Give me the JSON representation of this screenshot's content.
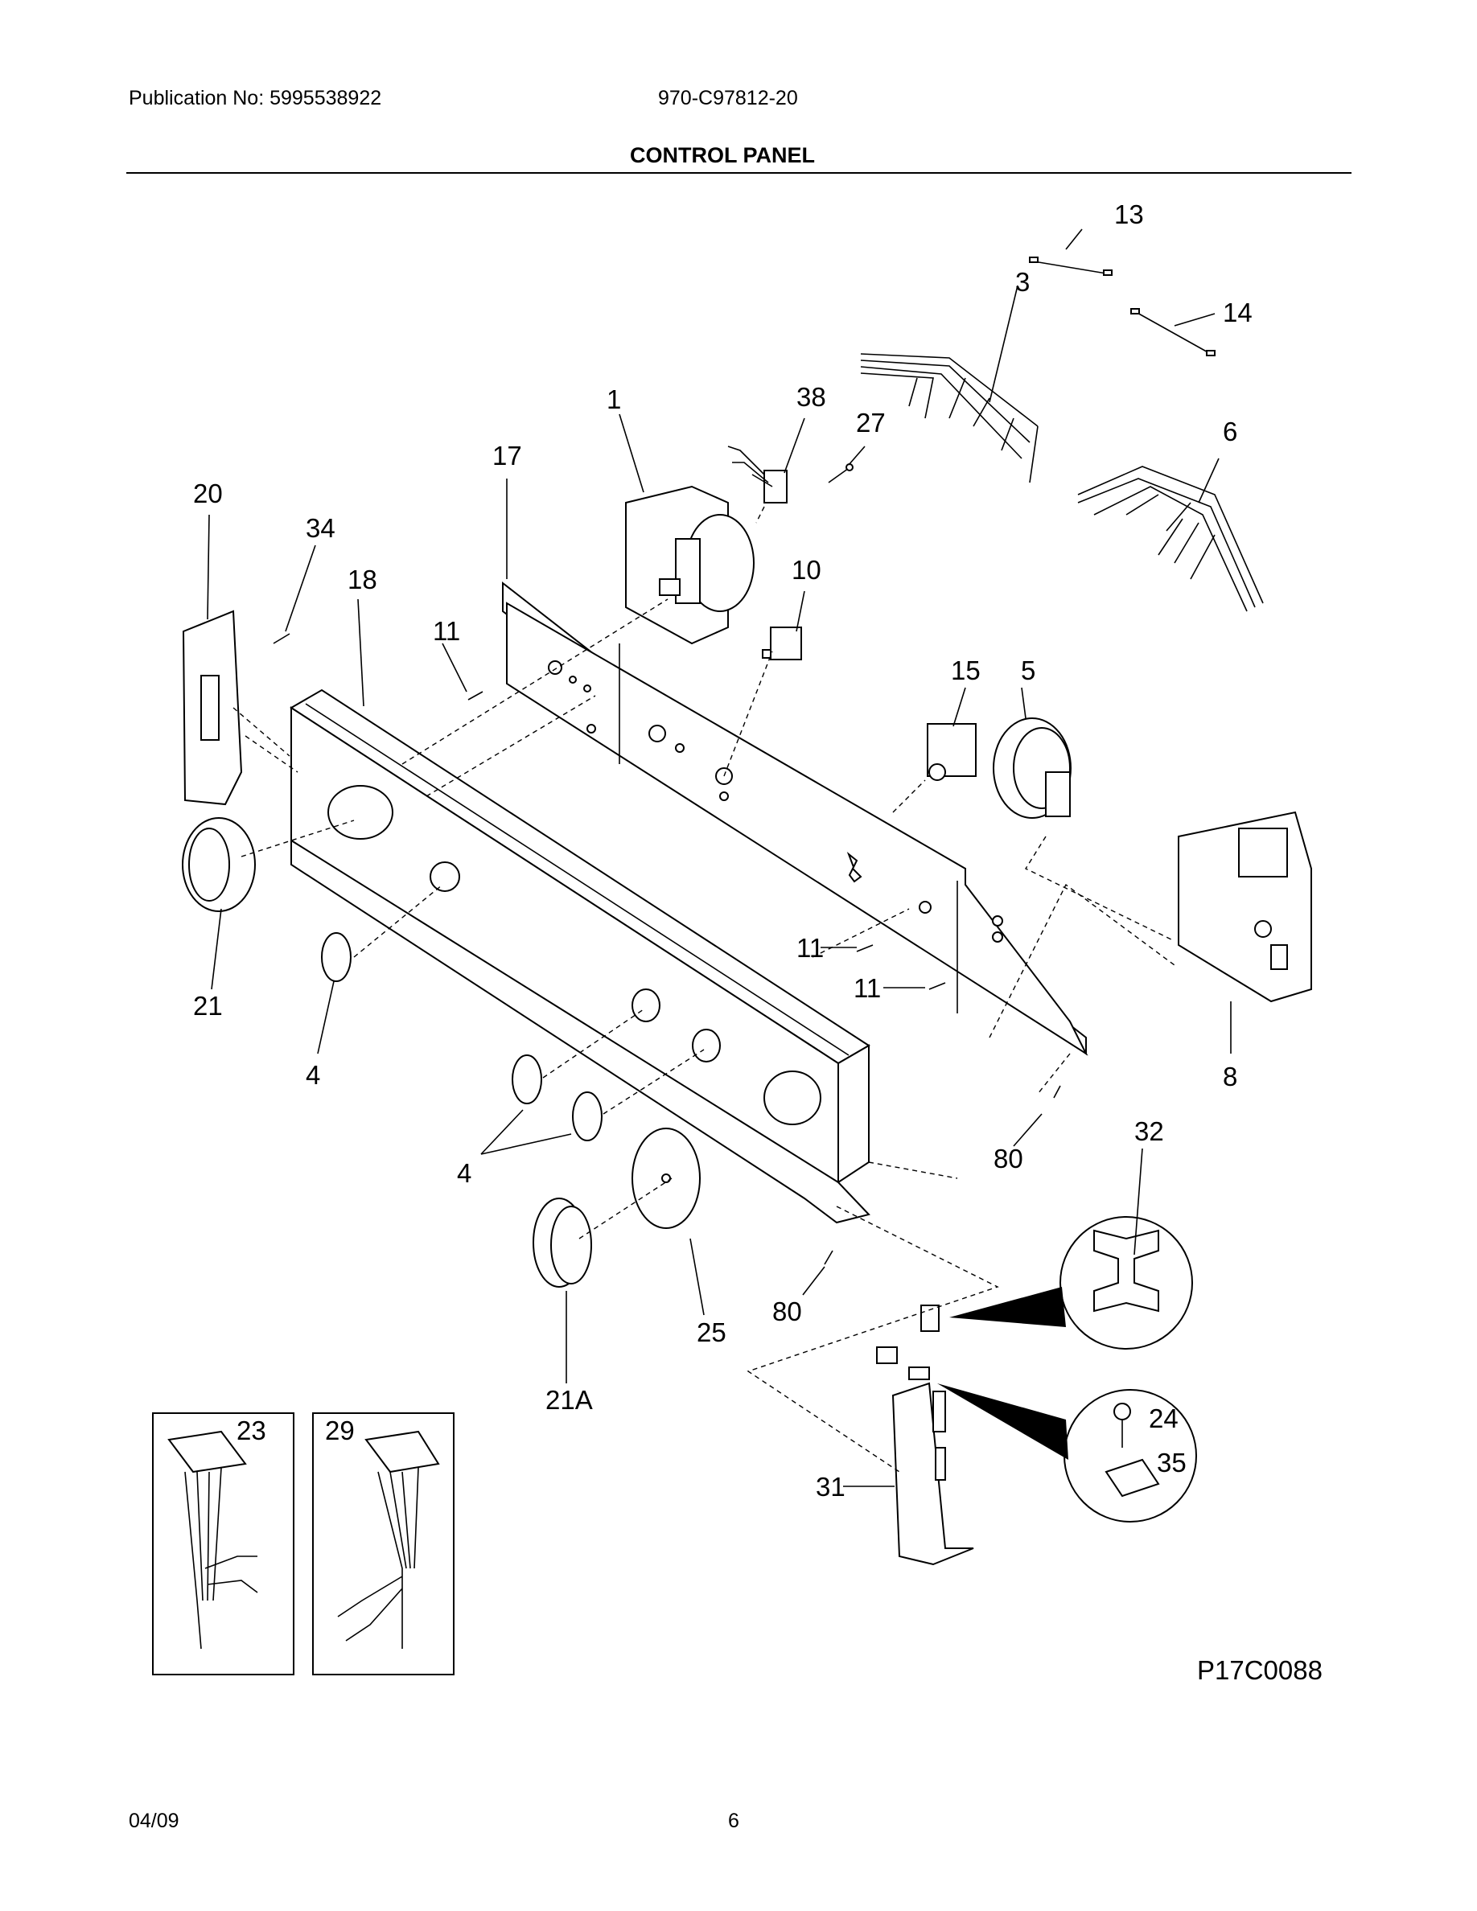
{
  "header": {
    "publication": "Publication No: 5995538922",
    "model": "970-C97812-20",
    "title": "CONTROL PANEL"
  },
  "diagram": {
    "callouts": {
      "c1": "1",
      "c3": "3",
      "c4a": "4",
      "c4b": "4",
      "c5": "5",
      "c6": "6",
      "c8": "8",
      "c10": "10",
      "c11a": "11",
      "c11b": "11",
      "c11c": "11",
      "c13": "13",
      "c14": "14",
      "c15": "15",
      "c17": "17",
      "c18": "18",
      "c20": "20",
      "c21": "21",
      "c21a": "21A",
      "c23": "23",
      "c24": "24",
      "c25": "25",
      "c27": "27",
      "c29": "29",
      "c31": "31",
      "c32": "32",
      "c34": "34",
      "c35": "35",
      "c38": "38",
      "c80a": "80",
      "c80b": "80"
    },
    "figure_code": "P17C0088"
  },
  "footer": {
    "date": "04/09",
    "page": "6"
  }
}
